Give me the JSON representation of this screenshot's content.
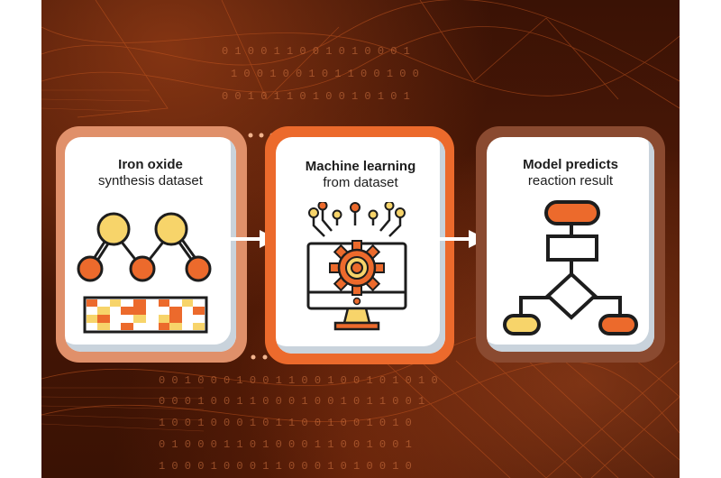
{
  "colors": {
    "background_dark": "#3a1205",
    "orange": "#ec6a2c",
    "yellow": "#f7d46a",
    "frame_1": "#e0906a",
    "frame_2": "#ec6a2c",
    "frame_3": "#8a4a30",
    "ink": "#1d1d1d",
    "card": "#ffffff"
  },
  "steps": [
    {
      "title_bold": "Iron oxide",
      "title_regular": "synthesis dataset",
      "icon": "molecule-and-data-grid-icon"
    },
    {
      "title_bold": "Machine learning",
      "title_regular": "from dataset",
      "icon": "computer-gear-neural-icon"
    },
    {
      "title_bold": "Model predicts",
      "title_regular": "reaction result",
      "icon": "flowchart-icon"
    }
  ],
  "arrows": [
    {
      "from": 1,
      "to": 2,
      "icon": "arrow-right-icon"
    },
    {
      "from": 2,
      "to": 3,
      "icon": "arrow-right-icon"
    }
  ]
}
